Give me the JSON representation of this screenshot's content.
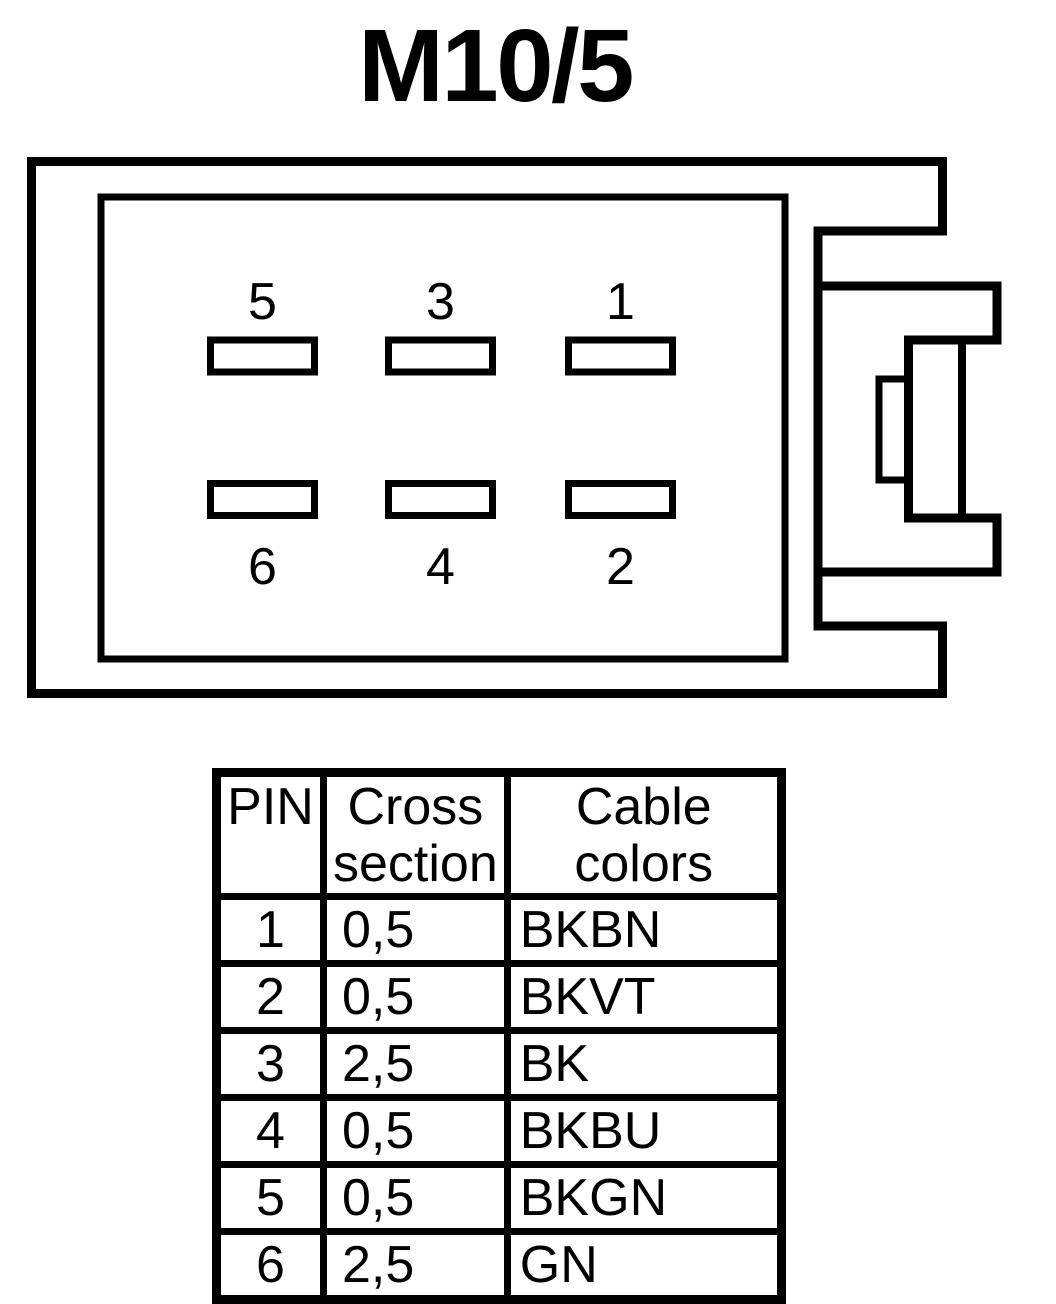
{
  "title": "M10/5",
  "colors": {
    "line": "#000000",
    "background": "#ffffff"
  },
  "connector": {
    "pins_top": [
      "5",
      "3",
      "1"
    ],
    "pins_bottom": [
      "6",
      "4",
      "2"
    ]
  },
  "table": {
    "headers": [
      "PIN",
      "Cross section",
      "Cable colors"
    ],
    "rows": [
      {
        "pin": "1",
        "cross_section": "0,5",
        "cable_color": "BKBN"
      },
      {
        "pin": "2",
        "cross_section": "0,5",
        "cable_color": "BKVT"
      },
      {
        "pin": "3",
        "cross_section": "2,5",
        "cable_color": "BK"
      },
      {
        "pin": "4",
        "cross_section": "0,5",
        "cable_color": "BKBU"
      },
      {
        "pin": "5",
        "cross_section": "0,5",
        "cable_color": "BKGN"
      },
      {
        "pin": "6",
        "cross_section": "2,5",
        "cable_color": "GN"
      }
    ]
  }
}
